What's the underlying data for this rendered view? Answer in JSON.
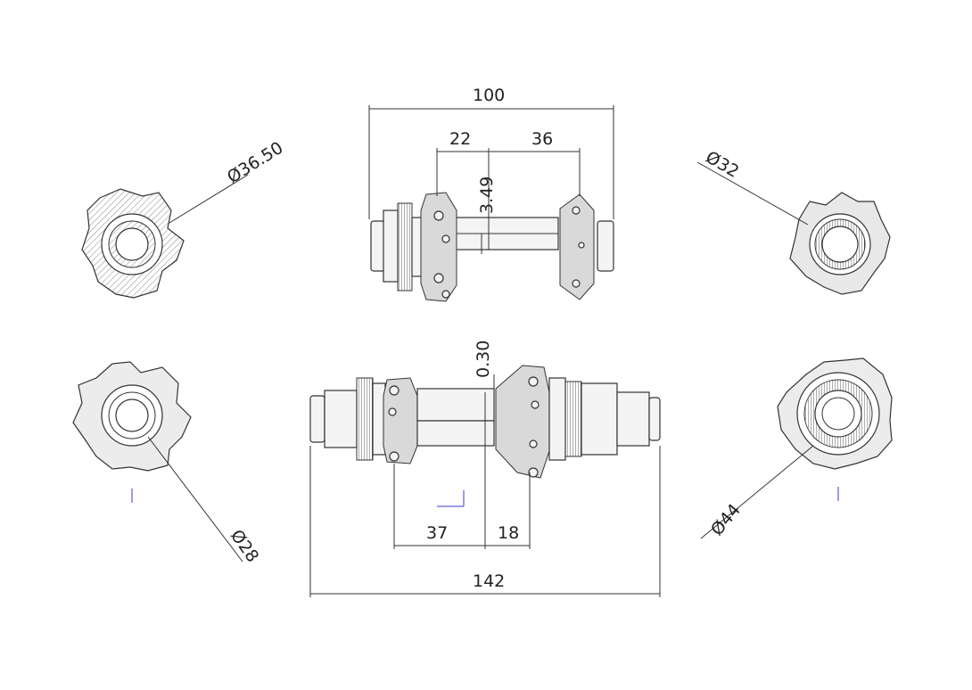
{
  "dimensions": {
    "front_overall": "100",
    "front_left_offset": "22",
    "front_right_offset": "36",
    "front_shell_offset": "3.49",
    "rear_overall": "142",
    "rear_left_offset": "37",
    "rear_right_offset": "18",
    "rear_shell_offset": "0.30",
    "front_left_flange_dia": "Ø36.50",
    "front_right_flange_dia": "Ø32",
    "rear_left_flange_dia": "Ø28",
    "rear_right_flange_dia": "Ø44"
  },
  "colors": {
    "line": "#333333",
    "marker": "#3a3acc"
  }
}
